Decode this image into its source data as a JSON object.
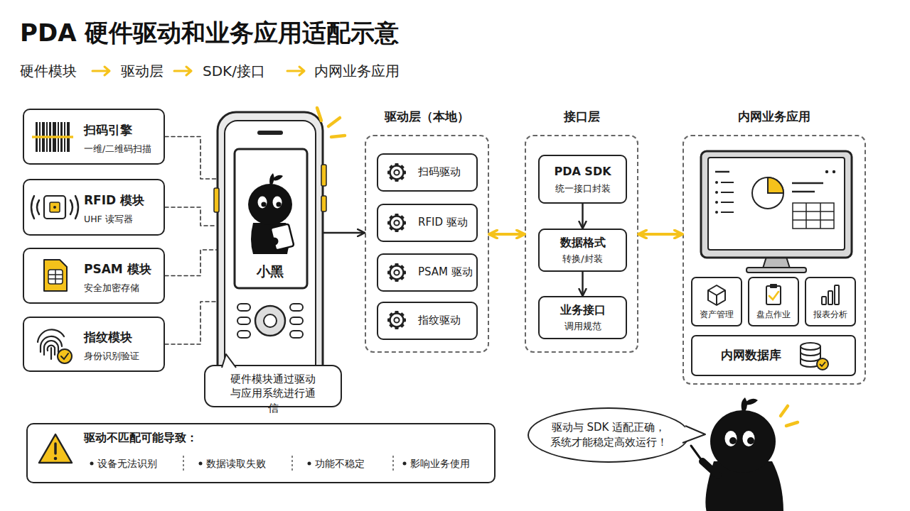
{
  "diagram": {
    "title": "PDA 硬件驱动和业务应用适配示意",
    "nodes": [
      {
        "text": [
          "扫码引擎",
          "一维/二维码扫描"
        ]
      },
      {
        "text": [
          "RFID 模块",
          "UHF 读写器"
        ]
      },
      {
        "text": [
          "PSAM 模块",
          "安全加密存储"
        ]
      },
      {
        "text": [
          "指纹模块",
          "身份识别验证"
        ]
      },
      {
        "text": [
          "小黑"
        ]
      },
      {
        "text": [
          "硬件模块通过驱动 与应用系统进行通信"
        ]
      },
      {
        "text": [
          "驱动层（本地）"
        ]
      },
      {
        "text": [
          "扫码驱动"
        ],
        "in": 6
      },
      {
        "text": [
          "RFID 驱动"
        ],
        "in": 6
      },
      {
        "text": [
          "PSAM 驱动"
        ],
        "in": 6
      },
      {
        "text": [
          "指纹驱动"
        ],
        "in": 6
      },
      {
        "text": [
          "接口层"
        ]
      },
      {
        "text": [
          "PDA SDK",
          "统一接口封装"
        ],
        "in": 11
      },
      {
        "text": [
          "数据格式",
          "转换/封装"
        ],
        "in": 11
      },
      {
        "text": [
          "业务接口",
          "调用规范"
        ],
        "in": 11
      },
      {
        "text": [
          "内网业务应用"
        ]
      },
      {
        "text": [
          "资产管理"
        ],
        "in": 15
      },
      {
        "text": [
          "盘点作业"
        ],
        "in": 15
      },
      {
        "text": [
          "报表分析"
        ],
        "in": 15
      },
      {
        "text": [
          "内网数据库"
        ],
        "in": 15
      },
      {
        "text": [
          "驱动不匹配可能导致：",
          "设备无法识别",
          "数据读取失败",
          "功能不稳定",
          "影响业务使用"
        ]
      },
      {
        "text": [
          "驱动与 SDK 适配正确， 系统才能稳定高效运行！"
        ]
      }
    ],
    "edges": [
      {
        "from": 0,
        "to": 4,
        "arrow": "none"
      },
      {
        "from": 1,
        "to": 4,
        "arrow": "none"
      },
      {
        "from": 2,
        "to": 4,
        "arrow": "none"
      },
      {
        "from": 3,
        "to": 4,
        "arrow": "none"
      },
      {
        "from": 4,
        "to": 6,
        "arrow": "to"
      },
      {
        "from": 6,
        "to": 11,
        "arrow": "both"
      },
      {
        "from": 12,
        "to": 13,
        "arrow": "to"
      },
      {
        "from": 13,
        "to": 14,
        "arrow": "to"
      },
      {
        "from": 11,
        "to": 15,
        "arrow": "both"
      }
    ],
    "labels": [
      "硬件模块",
      "驱动层",
      "SDK/接口",
      "内网业务应用"
    ]
  }
}
